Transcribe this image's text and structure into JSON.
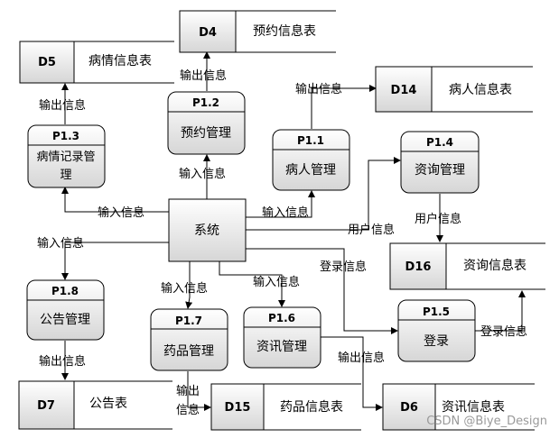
{
  "processes": {
    "p11": {
      "id": "P1.1",
      "name": "病人管理"
    },
    "p12": {
      "id": "P1.2",
      "name": "预约管理"
    },
    "p13": {
      "id": "P1.3",
      "name": "病情记录管",
      "name2": "理"
    },
    "p14": {
      "id": "P1.4",
      "name": "资询管理"
    },
    "p15": {
      "id": "P1.5",
      "name": "登录"
    },
    "p16": {
      "id": "P1.6",
      "name": "资讯管理"
    },
    "p17": {
      "id": "P1.7",
      "name": "药品管理"
    },
    "p18": {
      "id": "P1.8",
      "name": "公告管理"
    }
  },
  "system": {
    "name": "系统"
  },
  "stores": {
    "d4": {
      "id": "D4",
      "name": "预约信息表"
    },
    "d5": {
      "id": "D5",
      "name": "病情信息表"
    },
    "d6": {
      "id": "D6",
      "name": "资讯信息表"
    },
    "d7": {
      "id": "D7",
      "name": "公告表"
    },
    "d14": {
      "id": "D14",
      "name": "病人信息表"
    },
    "d15": {
      "id": "D15",
      "name": "药品信息表"
    },
    "d16": {
      "id": "D16",
      "name": "资询信息表"
    }
  },
  "labels": {
    "output_info": "输出信息",
    "input_info": "输入信息",
    "user_info": "用户信息",
    "login_info": "登录信息",
    "output_short": "输出",
    "info_short": "信息"
  },
  "watermark": "CSDN @Biye_Design"
}
